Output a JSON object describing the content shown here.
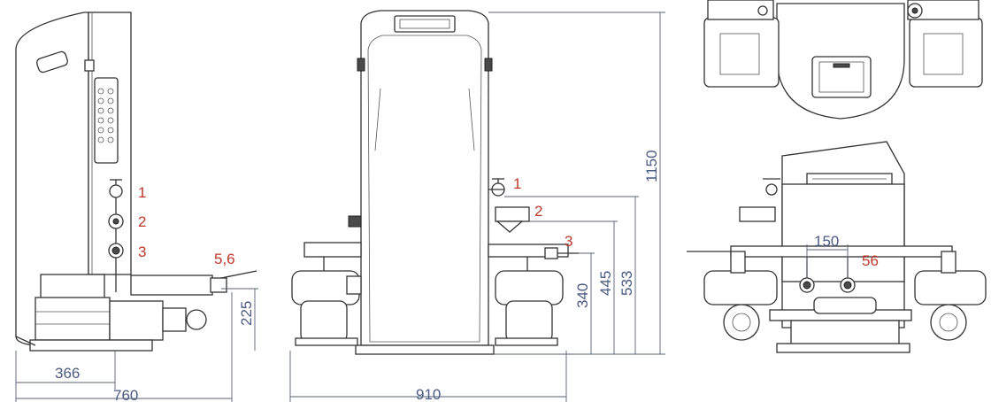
{
  "palette": {
    "dimension": "#4a5a82",
    "callout": "#c0392b",
    "outline": "#333333"
  },
  "side_view": {
    "callouts": [
      "1",
      "2",
      "3",
      "5,6"
    ],
    "dims": {
      "depth_inner": "366",
      "depth_total": "760",
      "outlet_height": "225"
    }
  },
  "front_view": {
    "callouts": [
      "1",
      "2",
      "3"
    ],
    "dims": {
      "width": "910",
      "height_total": "1150",
      "h533": "533",
      "h445": "445",
      "h340": "340"
    }
  },
  "rear_view": {
    "callouts": {
      "drain": "56"
    },
    "dims": {
      "spacing": "150"
    }
  }
}
